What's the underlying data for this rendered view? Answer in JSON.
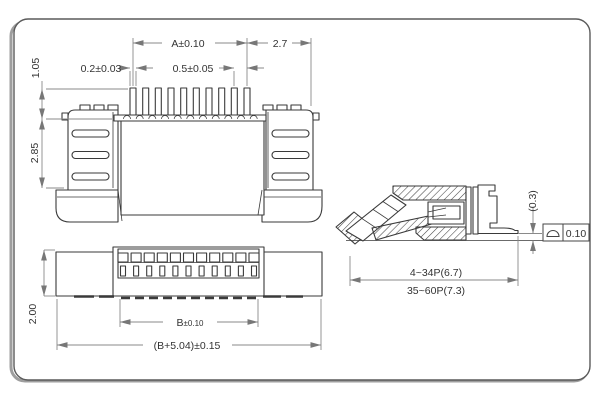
{
  "colors": {
    "background": "#ffffff",
    "line": "#3a3a3a",
    "dim": "#8a8a8a",
    "text": "#333333",
    "border": "#5a5a5a",
    "shadow": "#9e9e9e"
  },
  "front_view": {
    "dims": {
      "span": "A±0.10",
      "end_margin": "2.7",
      "pin_height": "1.05",
      "pin_width": "0.2±0.03",
      "pin_pitch": "0.5±0.05",
      "body_height": "2.85"
    }
  },
  "bottom_view": {
    "dims": {
      "height": "2.00",
      "b_main": "B",
      "b_tol": "±0.10",
      "overall": "(B+5.04)±0.15"
    }
  },
  "side_view": {
    "dims": {
      "standoff": "(0.3)",
      "length_range_small": "4~34P(6.7)",
      "length_range_large": "35~60P(7.3)"
    },
    "tolerance_frame": {
      "symbol": "coplanarity",
      "value": "0.10"
    }
  }
}
